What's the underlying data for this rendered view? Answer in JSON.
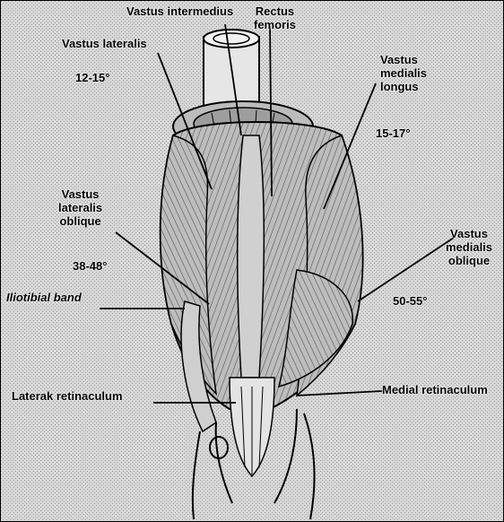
{
  "labels": {
    "vastus_intermedius": "Vastus intermedius",
    "rectus_femoris": "Rectus\nfemoris",
    "vastus_lateralis": "Vastus lateralis",
    "vastus_medialis_longus": "Vastus\nmedialis\nlongus",
    "vastus_lateralis_oblique": "Vastus\nlateralis\noblique",
    "vastus_medialis_oblique": "Vastus\nmedialis\noblique",
    "iliotibial_band": "Iliotibial band",
    "lateral_retinaculum": "Laterak retinaculum",
    "medial_retinaculum": "Medial retinaculum"
  },
  "angles": {
    "vastus_lateralis": "12-15°",
    "vastus_medialis_longus": "15-17°",
    "vastus_lateralis_oblique": "38-48°",
    "vastus_medialis_oblique": "50-55°"
  },
  "colors": {
    "background": "#dcdcdc",
    "ink": "#000000",
    "muscle_fill": "#cfcfcf",
    "bone_fill": "#c4c4c4"
  }
}
